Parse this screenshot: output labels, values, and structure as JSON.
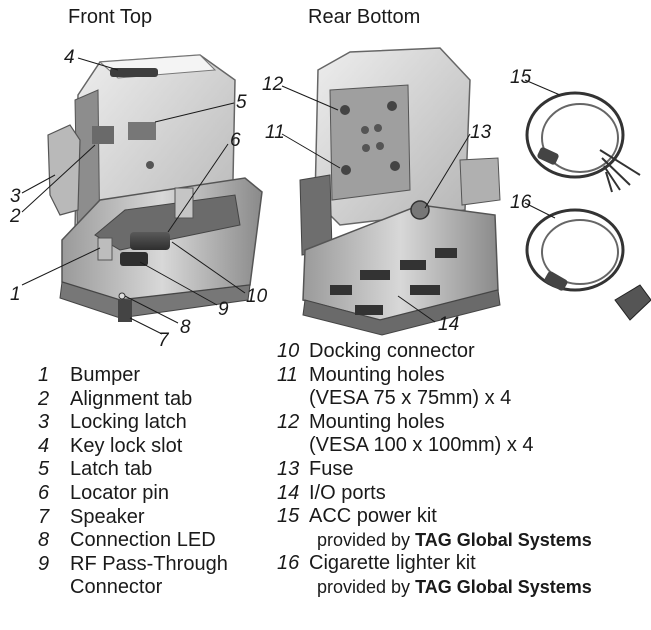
{
  "views": {
    "front_top": "Front Top",
    "rear_bottom": "Rear Bottom"
  },
  "callouts": [
    "1",
    "2",
    "3",
    "4",
    "5",
    "6",
    "7",
    "8",
    "9",
    "10",
    "11",
    "12",
    "13",
    "14",
    "15",
    "16"
  ],
  "legend_left": [
    {
      "num": "1",
      "text": "Bumper"
    },
    {
      "num": "2",
      "text": "Alignment tab"
    },
    {
      "num": "3",
      "text": "Locking latch"
    },
    {
      "num": "4",
      "text": "Key lock slot"
    },
    {
      "num": "5",
      "text": "Latch tab"
    },
    {
      "num": "6",
      "text": "Locator pin"
    },
    {
      "num": "7",
      "text": "Speaker"
    },
    {
      "num": "8",
      "text": "Connection LED"
    },
    {
      "num": "9",
      "text": "RF Pass-Through",
      "cont": "Connector"
    }
  ],
  "legend_right": [
    {
      "num": "10",
      "text": "Docking connector"
    },
    {
      "num": "11",
      "text": "Mounting holes",
      "cont": "(VESA 75 x 75mm) x 4"
    },
    {
      "num": "12",
      "text": "Mounting holes",
      "cont": "(VESA 100 x 100mm) x 4"
    },
    {
      "num": "13",
      "text": "Fuse"
    },
    {
      "num": "14",
      "text": "I/O ports"
    },
    {
      "num": "15",
      "text": "ACC power kit",
      "cont_prefix": "provided by",
      "cont_brand": "TAG Global Systems"
    },
    {
      "num": "16",
      "text": "Cigarette lighter kit",
      "cont_prefix": "provided by",
      "cont_brand": "TAG Global Systems"
    }
  ]
}
